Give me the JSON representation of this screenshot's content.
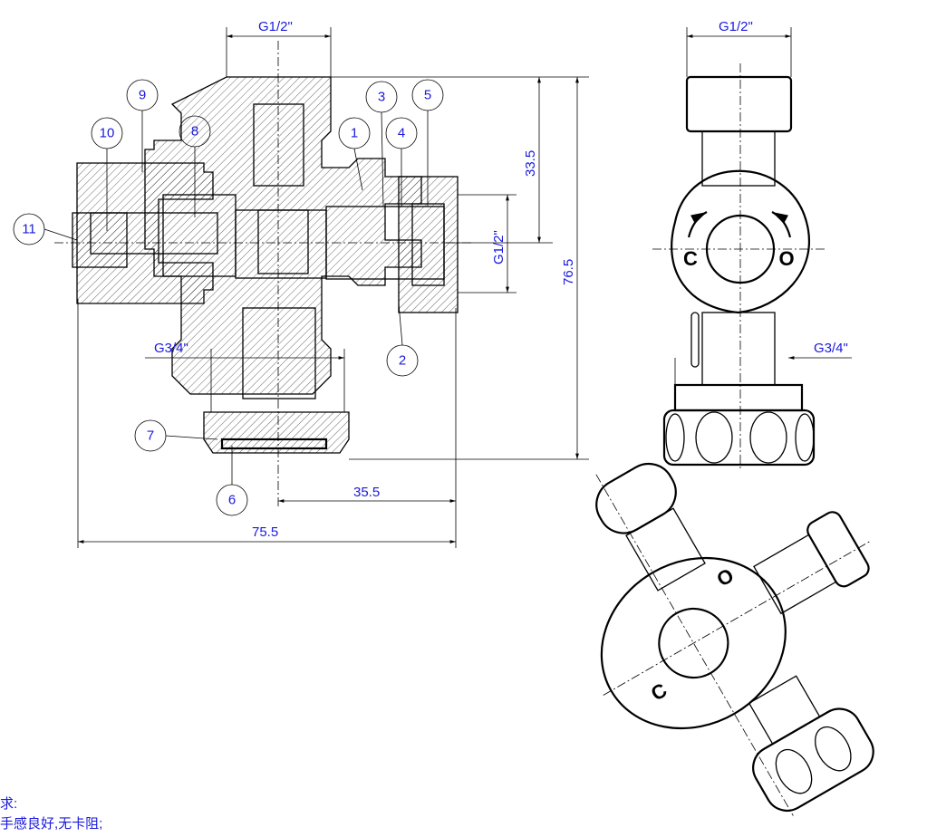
{
  "dimensions": {
    "top_thread_left": "G1/2\"",
    "top_thread_right": "G1/2\"",
    "side_thread": "G1/2\"",
    "bottom_thread_left": "G3/4\"",
    "bottom_thread_right": "G3/4\"",
    "height_partial": "33.5",
    "height_total": "76.5",
    "width_partial": "35.5",
    "width_total": "75.5"
  },
  "balloons": [
    "1",
    "2",
    "3",
    "4",
    "5",
    "6",
    "7",
    "8",
    "9",
    "10",
    "11"
  ],
  "knob_labels": {
    "close": "C",
    "open": "O"
  },
  "notes": [
    "求:",
    "手感良好,无卡阻;"
  ]
}
